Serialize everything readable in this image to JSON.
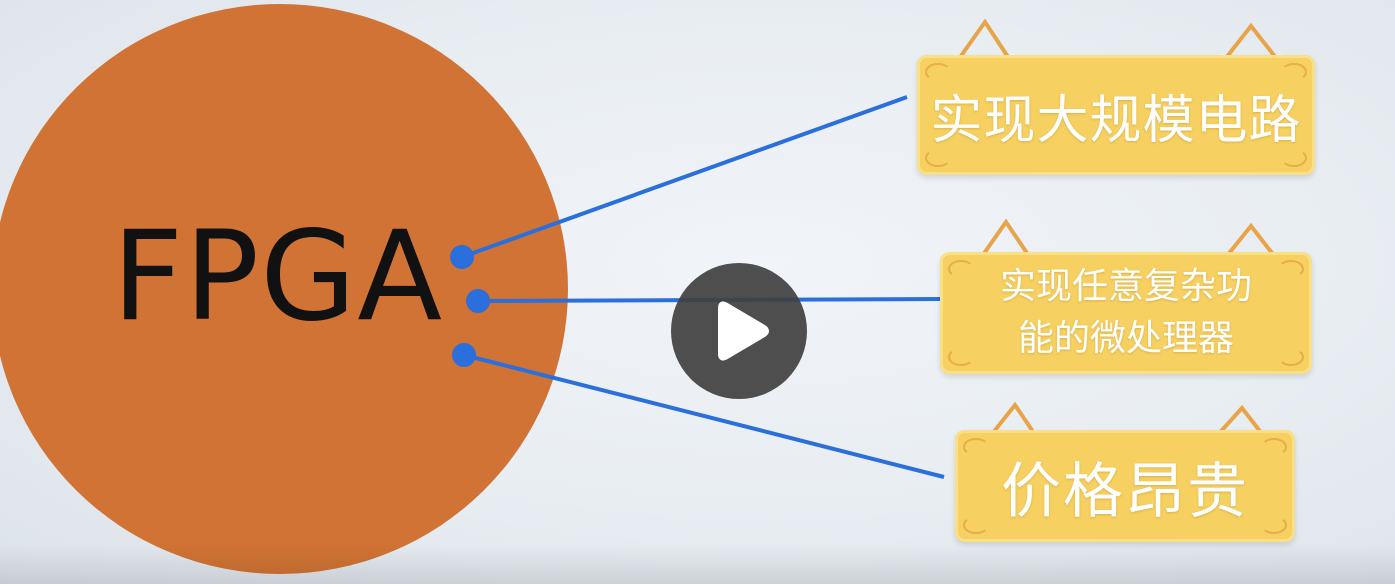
{
  "diagram": {
    "center": {
      "label": "FPGA",
      "color": "#d07334"
    },
    "connector_color": "#2a6fdb",
    "items": [
      {
        "text": "实现大规模电路",
        "lines": [
          "实现大规模电路"
        ]
      },
      {
        "text": "实现任意复杂功能的微处理器",
        "lines": [
          "实现任意复杂功",
          "能的微处理器"
        ]
      },
      {
        "text": "价格昂贵",
        "lines": [
          "价格昂贵"
        ]
      }
    ],
    "sign_color": "#f6d061"
  },
  "player": {
    "play_icon": "play-icon",
    "button_color": "#404040"
  }
}
